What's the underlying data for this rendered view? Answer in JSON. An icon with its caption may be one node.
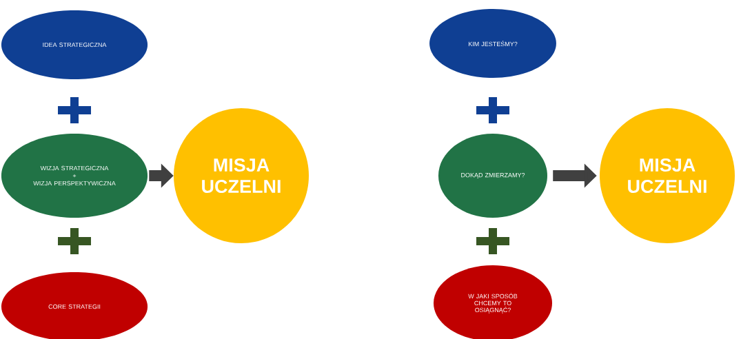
{
  "diagram": {
    "nodes": [
      {
        "text": [
          "IDEA STRATEGICZNA"
        ]
      },
      {
        "text": [
          "WIZJA STRATEGICZNA",
          "+",
          "WIZJA PERSPEKTYWICZNA"
        ]
      },
      {
        "text": [
          "CORE STRATEGII"
        ]
      },
      {
        "text": [
          "MISJA UCZELNI"
        ]
      },
      {
        "text": [
          "KIM JESTEŚMY?"
        ]
      },
      {
        "text": [
          "DOKĄD ZMIERZAMY?"
        ]
      },
      {
        "text": [
          "W JAKI SPOSÓB CHCEMY TO OSIĄGNĄĆ?"
        ]
      },
      {
        "text": [
          "MISJA UCZELNI"
        ]
      }
    ],
    "edges": [
      {
        "from": 1,
        "to": 3,
        "arrow": "to"
      },
      {
        "from": 5,
        "to": 7,
        "arrow": "to"
      }
    ]
  }
}
